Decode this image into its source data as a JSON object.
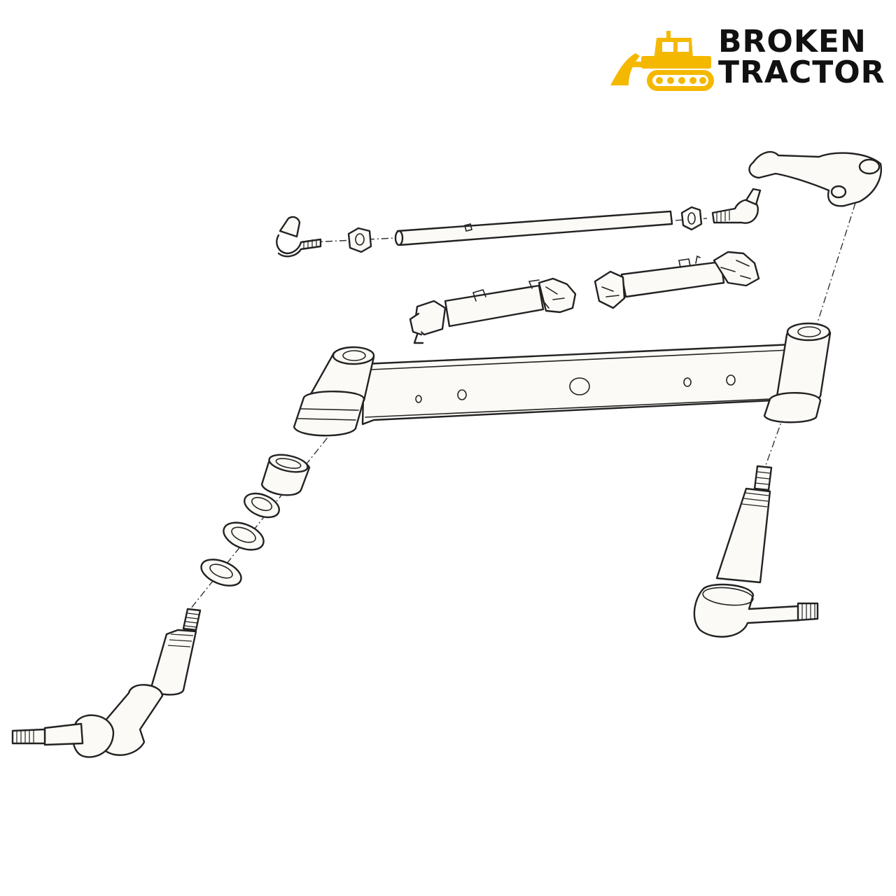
{
  "brand": {
    "name_line1": "BROKEN",
    "name_line2": "TRACTOR",
    "logo_color": "#f5b800",
    "text_color": "#111111"
  },
  "diagram": {
    "style": "exploded line drawing",
    "line_color": "#222222",
    "background": "#ffffff"
  }
}
